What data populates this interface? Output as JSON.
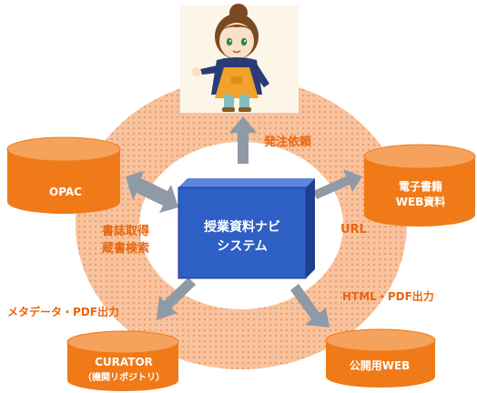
{
  "center": {
    "line1": "授業資料ナビ",
    "line2": "システム"
  },
  "nodes": {
    "opac": {
      "label": "OPAC"
    },
    "ebooks": {
      "line1": "電子書籍",
      "line2": "WEB資料"
    },
    "curator": {
      "line1": "CURATOR",
      "line2": "（機関リポジトリ）"
    },
    "public_web": {
      "label": "公開用WEB"
    }
  },
  "edge_labels": {
    "order_request": "発注依頼",
    "bib_fetch": "書誌取得",
    "holdings_search": "蔵書検索",
    "url": "URL",
    "metadata_pdf": "メタデータ・PDF出力",
    "html_pdf": "HTML・PDF出力"
  },
  "colors": {
    "ring": "#f6b488",
    "ring_dots": "#e79a68",
    "cylinder_body": "#f07a18",
    "cylinder_top": "#f5a25c",
    "cylinder_text": "#ffffff",
    "box_front": "#2e5fc4",
    "box_top": "#5c86db",
    "box_side": "#1c3f8f",
    "label_orange": "#e8650f",
    "arrow_gray": "#8e9aa6"
  }
}
